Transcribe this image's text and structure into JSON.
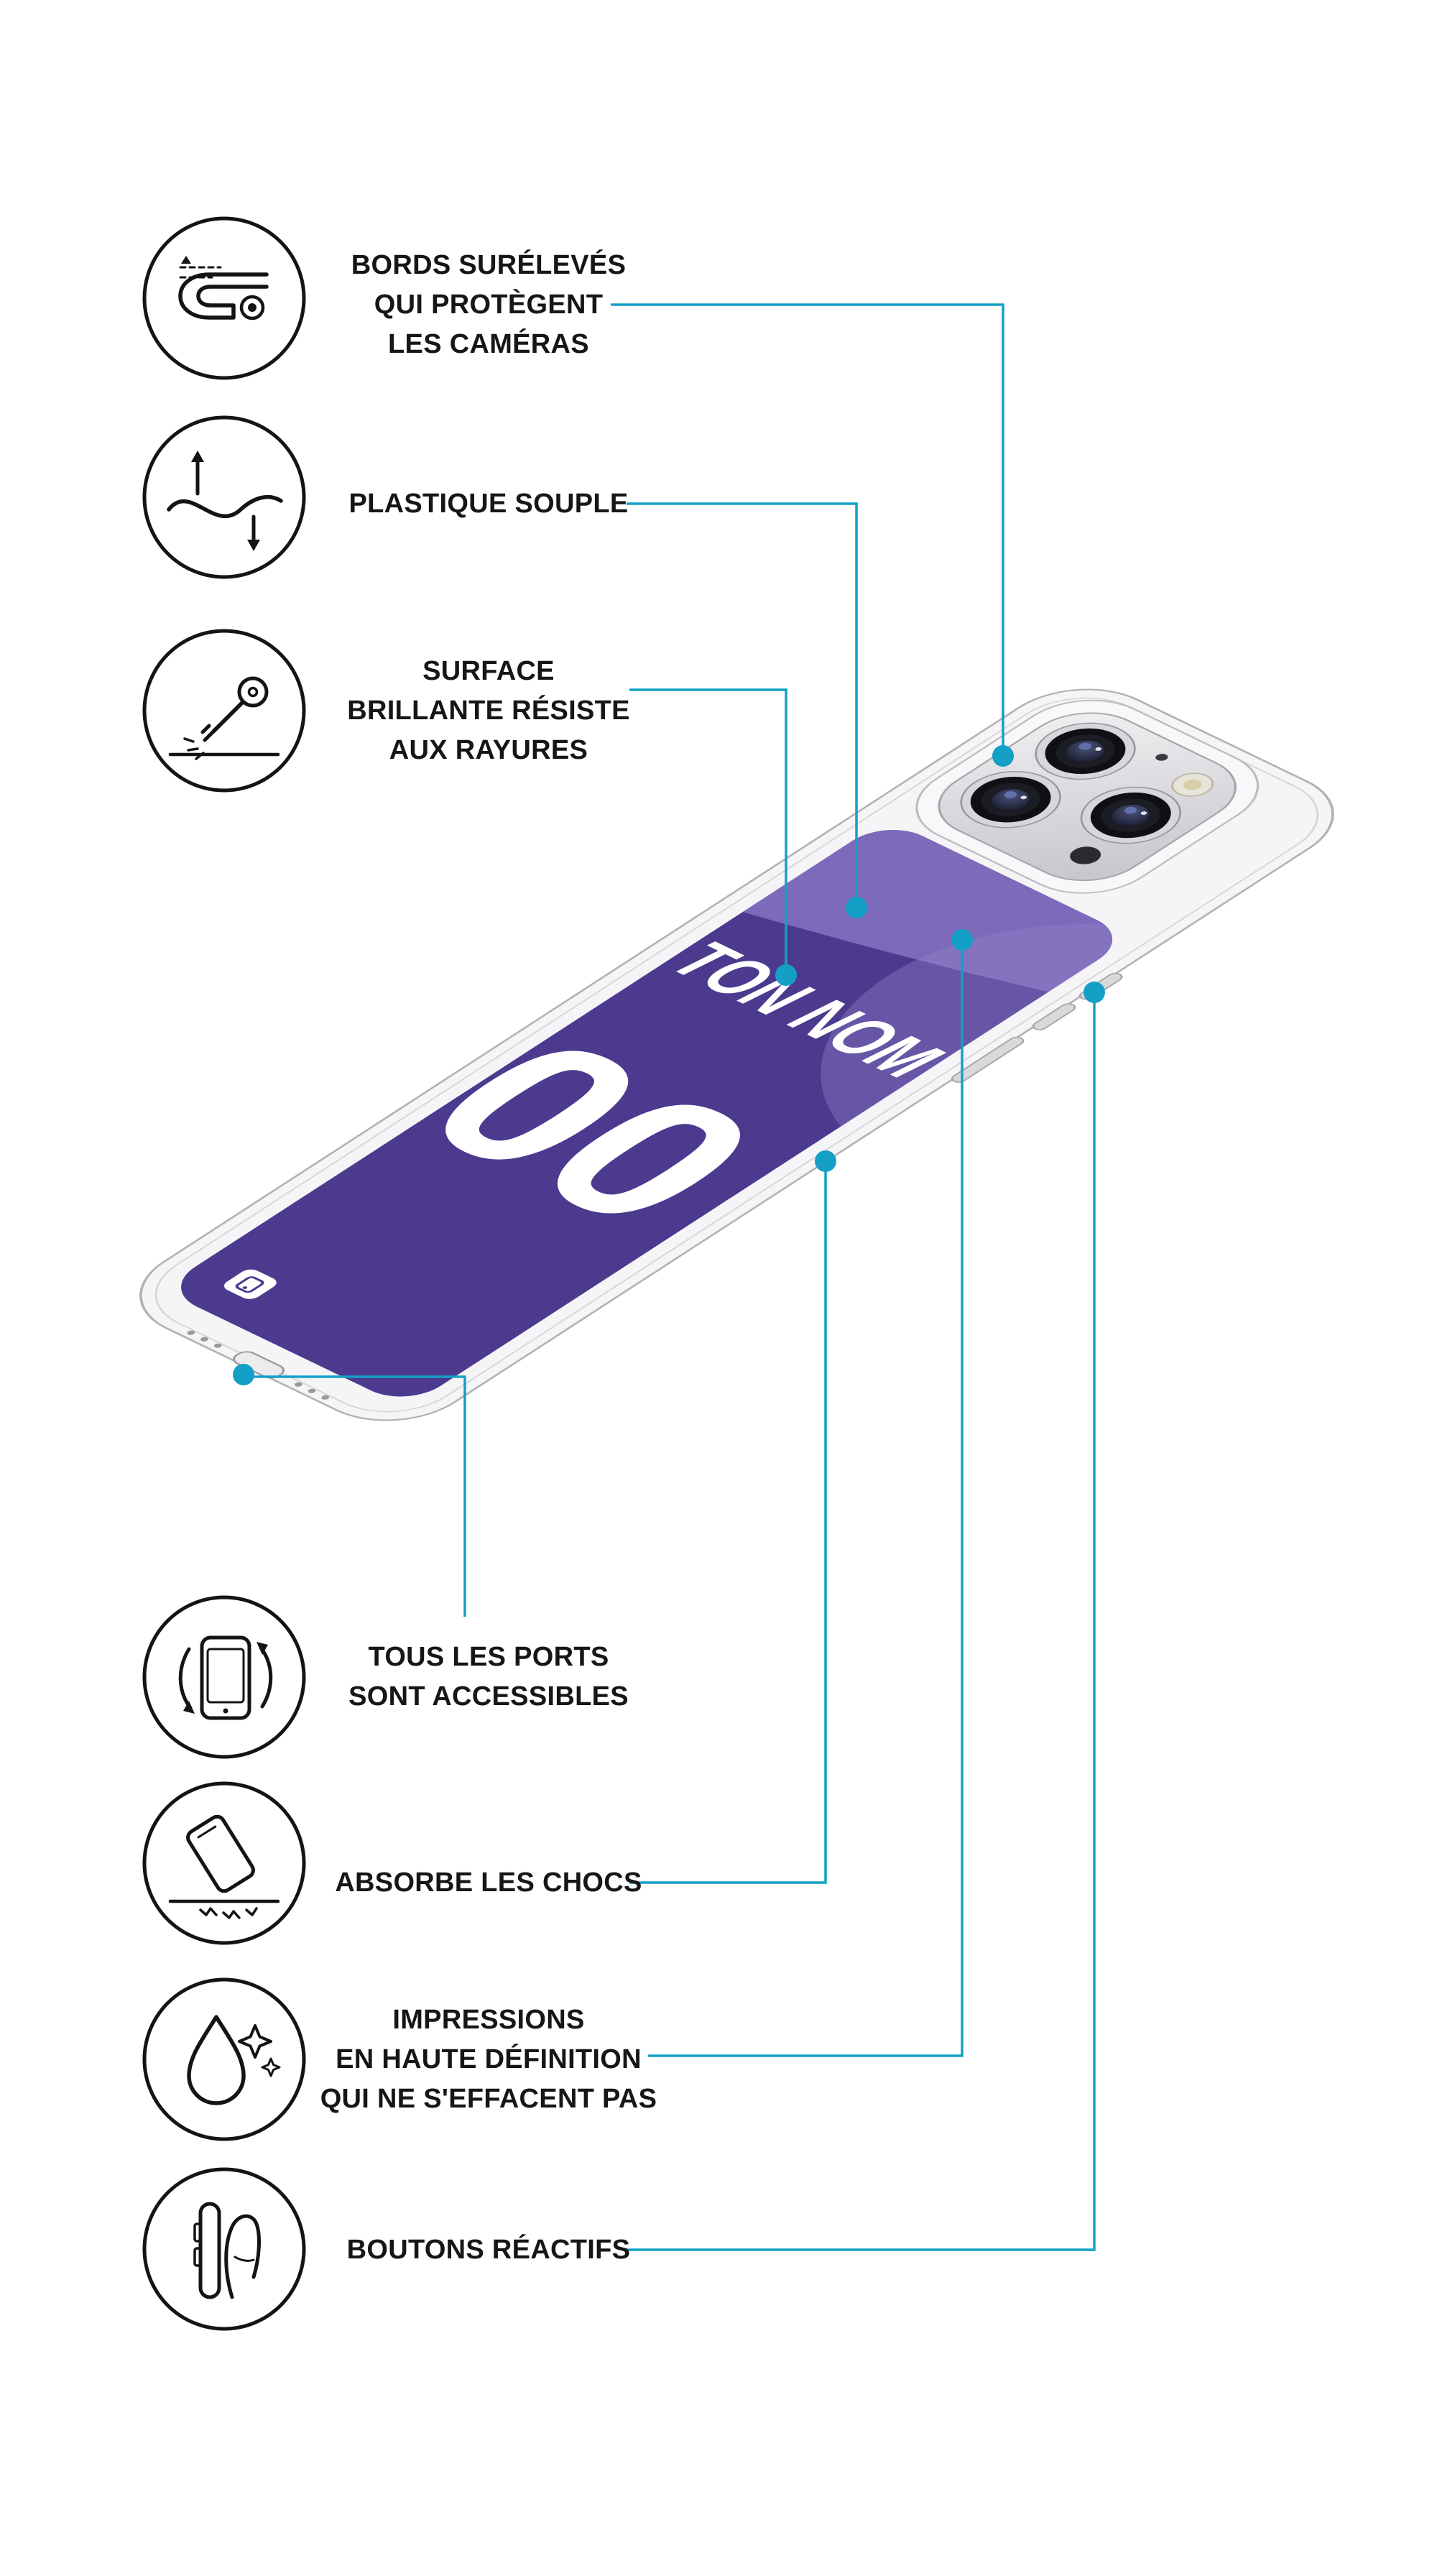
{
  "accent_color": "#14A0C6",
  "case_design": {
    "name_text": "TON NOM",
    "number_text": "00",
    "main_color": "#4C3A8F",
    "band_color": "#7D6ABA"
  },
  "features": [
    {
      "lines": [
        "BORDS SURÉLEVÉS",
        "QUI PROTÈGENT",
        "LES CAMÉRAS"
      ],
      "icon": "camera-edge-protection-icon"
    },
    {
      "lines": [
        "PLASTIQUE SOUPLE"
      ],
      "icon": "flexible-plastic-icon"
    },
    {
      "lines": [
        "SURFACE",
        "BRILLANTE RÉSISTE",
        "AUX RAYURES"
      ],
      "icon": "scratch-resistant-icon"
    },
    {
      "lines": [
        "TOUS LES PORTS",
        "SONT ACCESSIBLES"
      ],
      "icon": "ports-accessible-icon"
    },
    {
      "lines": [
        "ABSORBE LES CHOCS"
      ],
      "icon": "shock-absorbing-icon"
    },
    {
      "lines": [
        "IMPRESSIONS",
        "EN HAUTE DÉFINITION",
        "QUI NE S'EFFACENT PAS"
      ],
      "icon": "hd-print-icon"
    },
    {
      "lines": [
        "BOUTONS RÉACTIFS"
      ],
      "icon": "reactive-buttons-icon"
    }
  ]
}
